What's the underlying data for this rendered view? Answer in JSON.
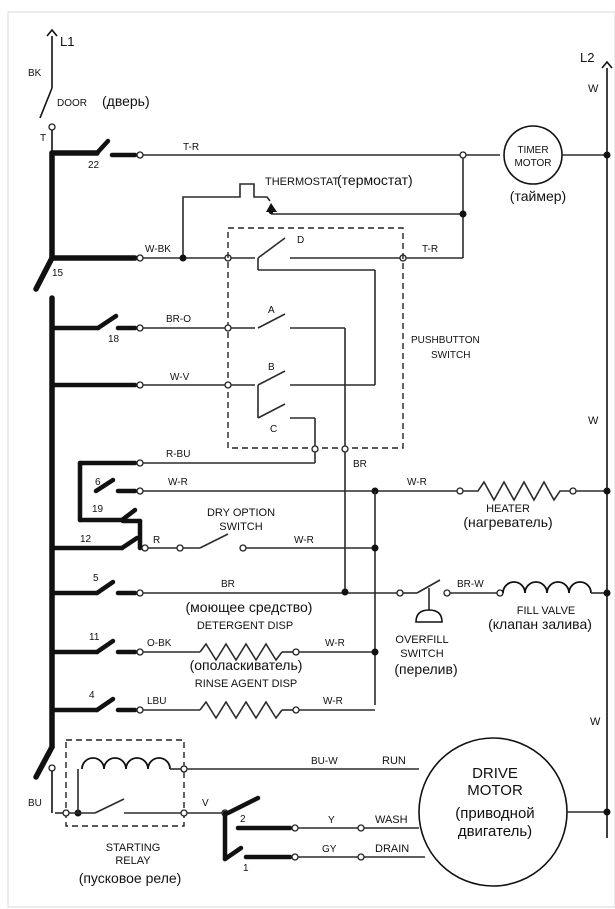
{
  "lines": {
    "l1": "L1",
    "l2": "L2",
    "bk": "BK",
    "t": "T",
    "w": "W",
    "bu": "BU"
  },
  "door": {
    "label": "DOOR",
    "ru": "(дверь)"
  },
  "timer_contacts": [
    "22",
    "15",
    "18",
    "6",
    "19",
    "12",
    "5",
    "11",
    "4",
    "2",
    "1"
  ],
  "wire_colors": {
    "t_r": "T-R",
    "w_bk": "W-BK",
    "t_r2": "T-R",
    "br_o": "BR-O",
    "w_v": "W-V",
    "r_bu": "R-BU",
    "br": "BR",
    "w_r": "W-R",
    "r": "R",
    "br_w": "BR-W",
    "o_bk": "O-BK",
    "lbu": "LBU",
    "bu_w": "BU-W",
    "v": "V",
    "y": "Y",
    "gy": "GY"
  },
  "timer_motor": {
    "line1": "TIMER",
    "line2": "MOTOR",
    "ru": "(таймер)"
  },
  "thermostat": {
    "label": "THERMOSTAT",
    "ru": "(термостат)"
  },
  "pushbutton": {
    "line1": "PUSHBUTTON",
    "line2": "SWITCH",
    "a": "A",
    "b": "B",
    "c": "C",
    "d": "D"
  },
  "heater": {
    "label": "HEATER",
    "ru": "(нагреватель)"
  },
  "dry_option": {
    "line1": "DRY OPTION",
    "line2": "SWITCH"
  },
  "detergent": {
    "ru": "(моющее средство)",
    "label": "DETERGENT DISP"
  },
  "overfill": {
    "line1": "OVERFILL",
    "line2": "SWITCH",
    "ru": "(перелив)"
  },
  "fill_valve": {
    "label": "FILL VALVE",
    "ru": "(клапан залива)"
  },
  "rinse": {
    "ru": "(ополаскиватель)",
    "label": "RINSE AGENT DISP"
  },
  "drive_motor": {
    "line1": "DRIVE",
    "line2": "MOTOR",
    "ru1": "(приводной",
    "ru2": "двигатель)"
  },
  "motor_windings": {
    "run": "RUN",
    "wash": "WASH",
    "drain": "DRAIN"
  },
  "relay": {
    "line1": "STARTING",
    "line2": "RELAY",
    "ru": "(пусковое реле)"
  }
}
